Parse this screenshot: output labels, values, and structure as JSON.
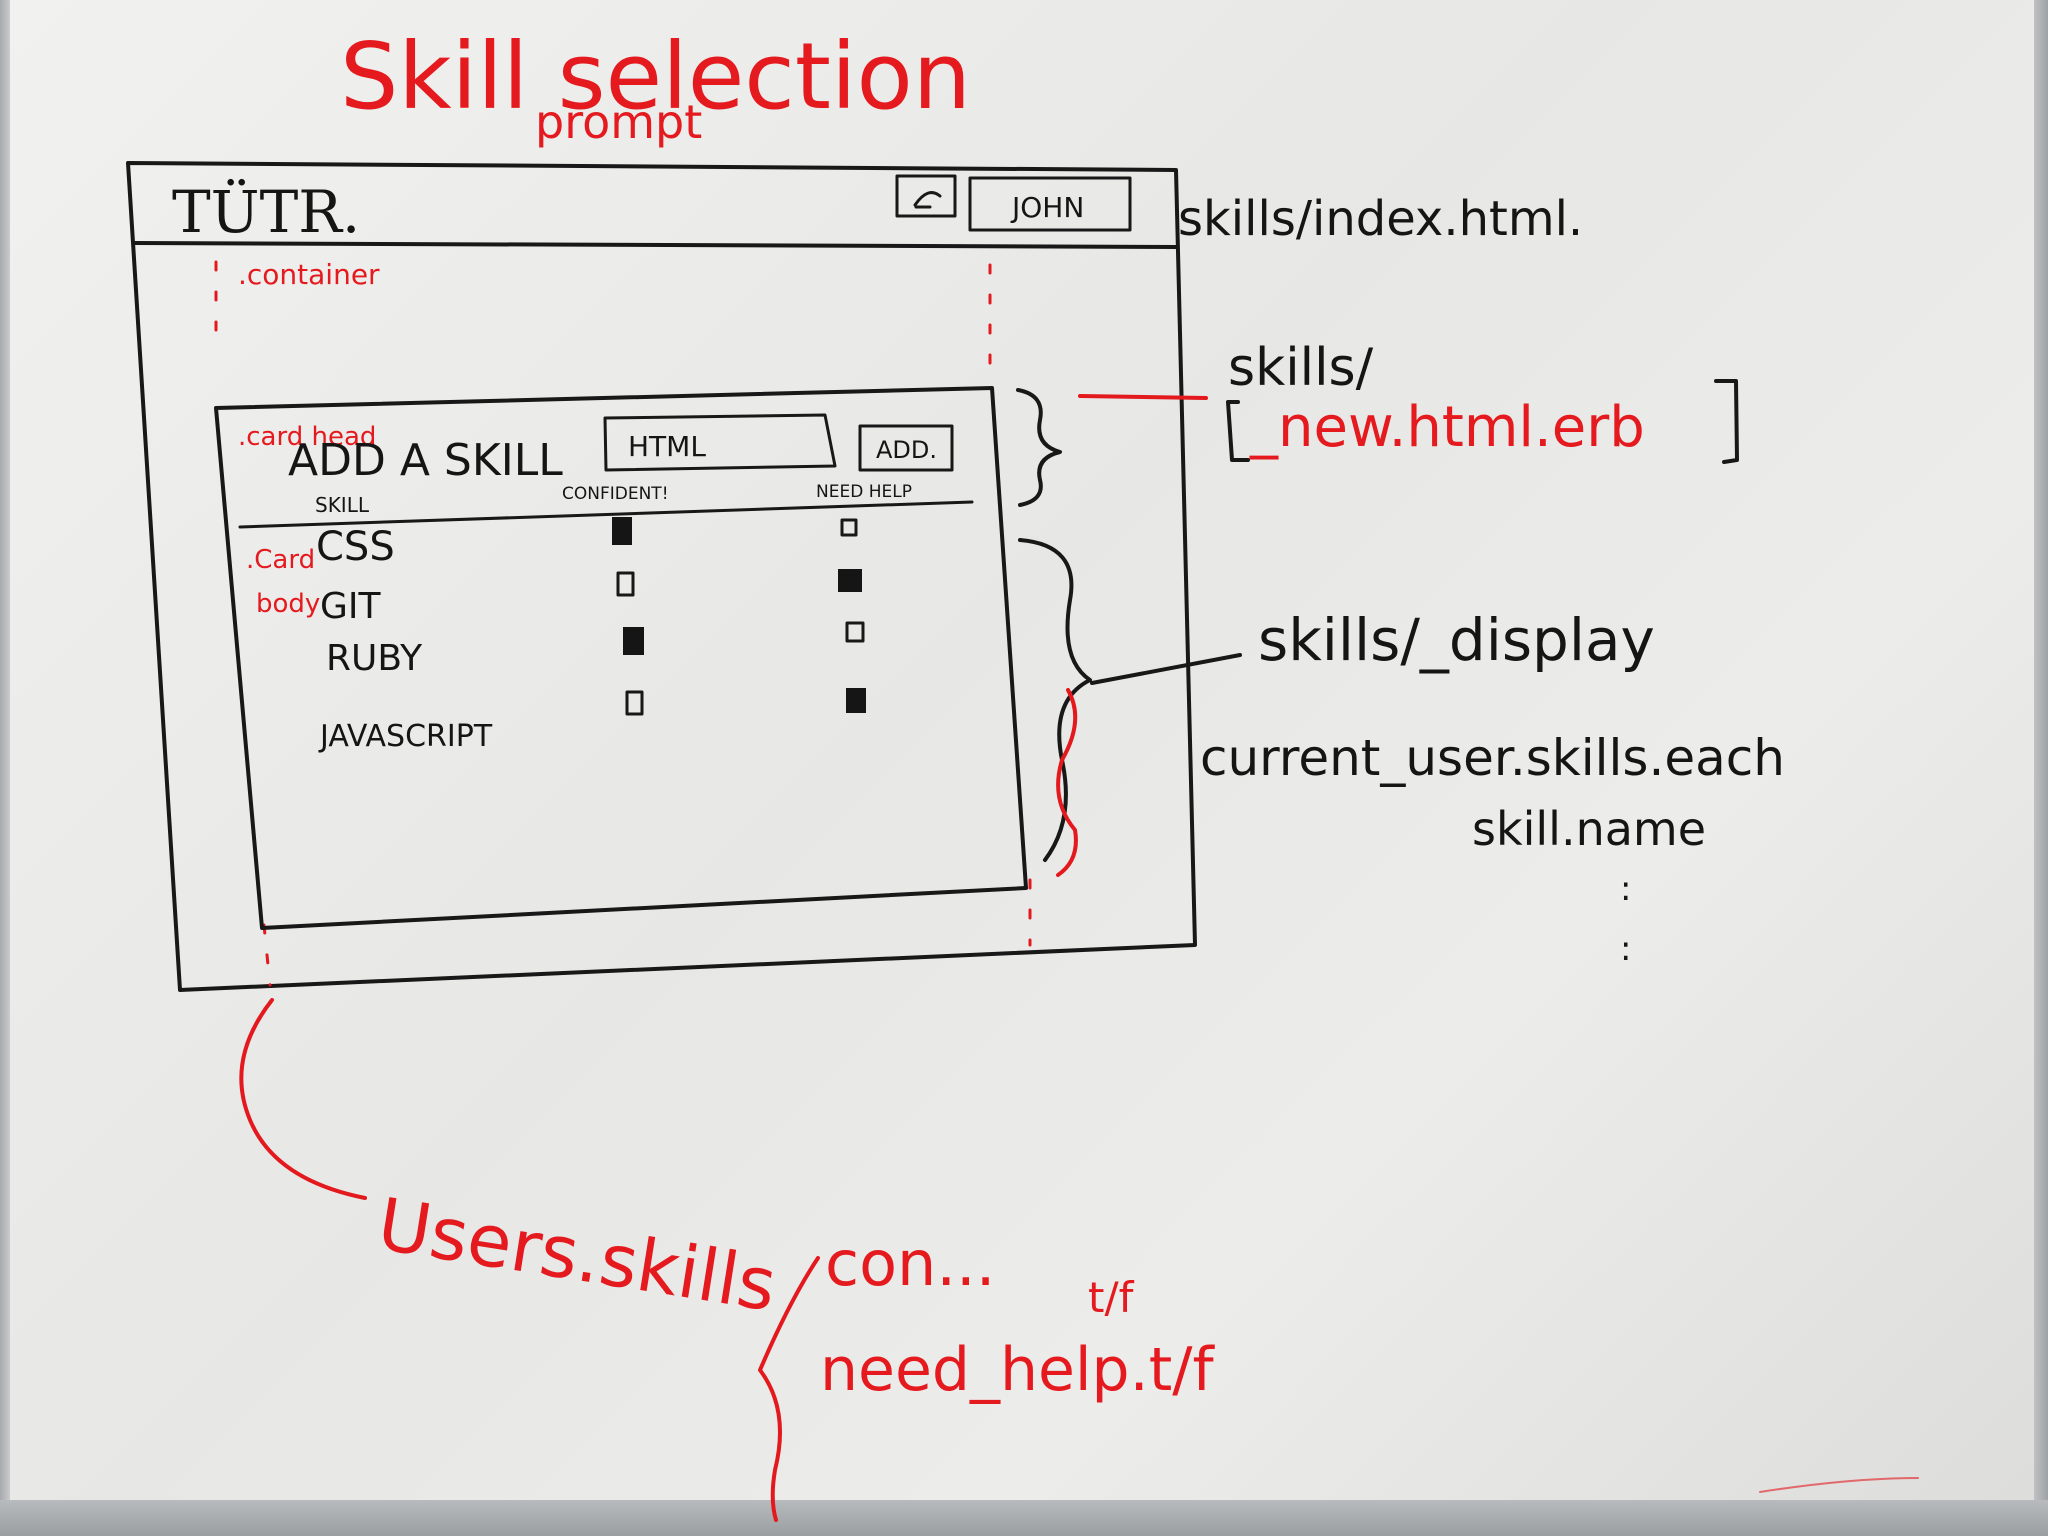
{
  "title": "Skill selection",
  "subtitle": "prompt",
  "mockup": {
    "brand": "TÜTR.",
    "user_button": "JOHN",
    "container_label": ".container",
    "card_head_label": ".card head",
    "card_body_label": ".card body",
    "add_skill_label": "ADD A SKILL",
    "input_value": "HTML",
    "add_button": "ADD.",
    "columns": [
      "SKILL",
      "CONFIDENT!",
      "NEED HELP"
    ],
    "rows": [
      {
        "skill": "CSS",
        "confident": true,
        "need_help": false
      },
      {
        "skill": "GIT",
        "confident": false,
        "need_help": true
      },
      {
        "skill": "RUBY",
        "confident": true,
        "need_help": false
      },
      {
        "skill": "JAVASCRIPT",
        "confident": false,
        "need_help": true
      }
    ]
  },
  "notes": {
    "index_file": "skills/index.html.",
    "skills_dir": "skills/",
    "new_partial": "_new.html.erb",
    "display_partial": "skills/_display",
    "loop_line": "current_user.skills.each",
    "skill_name": "skill.name",
    "users_skills": "Users.skills",
    "con_field": "con...",
    "tf_1": "t/f",
    "need_help_field": "need_help.t/f"
  },
  "colors": {
    "marker_black": "#181818",
    "marker_red": "#e3191e",
    "board": "#eeeeec"
  }
}
